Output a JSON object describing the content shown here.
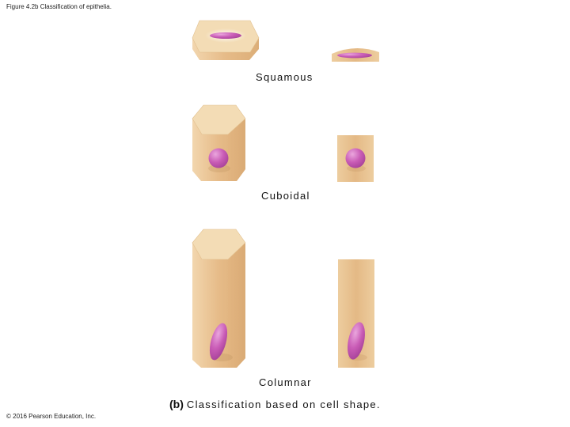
{
  "figure_title": "Figure 4.2b Classification of epithelia.",
  "labels": {
    "squamous": "Squamous",
    "cuboidal": "Cuboidal",
    "columnar": "Columnar"
  },
  "caption": {
    "tag": "(b)",
    "text": "Classification based on cell shape."
  },
  "copyright": "© 2016 Pearson Education, Inc.",
  "colors": {
    "cell_side": "#e8bf8e",
    "cell_top": "#f3dcb5",
    "cell_edge": "#d6a873",
    "nucleus": "#c45ab0",
    "nucleus_highlight": "#e7a3d8"
  }
}
